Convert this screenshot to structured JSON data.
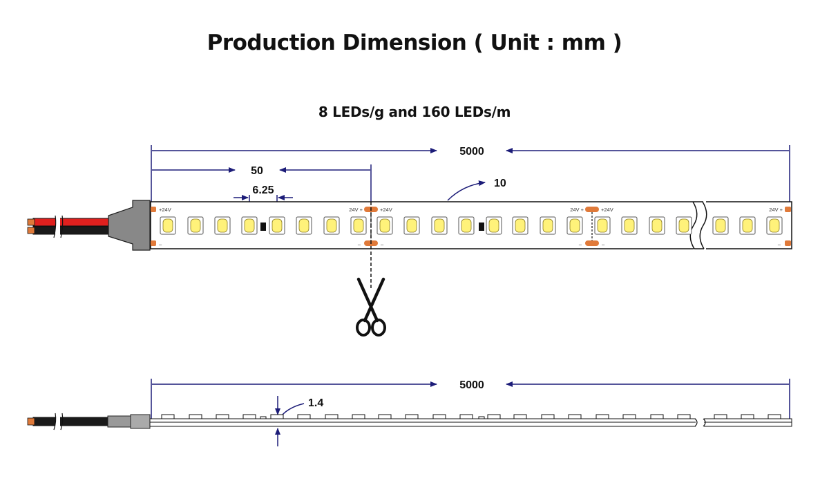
{
  "title": "Production Dimension ( Unit : mm )",
  "subtitle": "8 LEDs/g and 160 LEDs/m",
  "dimensions": {
    "total_length_top": "5000",
    "cut_unit_length": "50",
    "led_pitch": "6.25",
    "strip_width": "10",
    "total_length_side": "5000",
    "strip_thickness": "1.4"
  },
  "pad_labels": {
    "positive": "+24V",
    "positive_left": "24V +",
    "negative": "–"
  },
  "colors": {
    "dimension_line": "#1c1c78",
    "wire_red": "#e0201e",
    "wire_black": "#1a1a1a",
    "copper": "#e07a3a",
    "led_yellow": "#fff27a",
    "connector_gray": "#888888"
  },
  "icons": [
    "scissors-icon",
    "break-mark-icon"
  ]
}
